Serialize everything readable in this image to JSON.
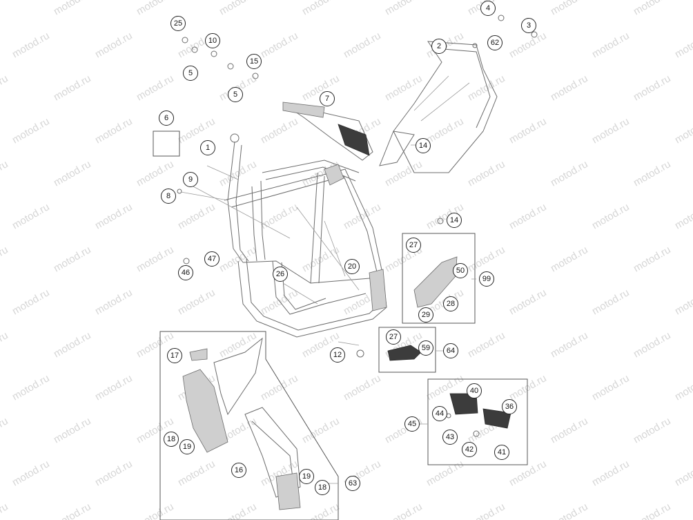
{
  "watermark": "motod.ru",
  "callouts": [
    "25",
    "10",
    "15",
    "5",
    "5",
    "6",
    "1",
    "9",
    "8",
    "7",
    "4",
    "3",
    "2",
    "62",
    "14",
    "14",
    "47",
    "46",
    "26",
    "20",
    "27",
    "50",
    "99",
    "28",
    "29",
    "27",
    "59",
    "64",
    "12",
    "17",
    "18",
    "19",
    "16",
    "19",
    "18",
    "63",
    "40",
    "36",
    "44",
    "45",
    "43",
    "42",
    "41"
  ]
}
